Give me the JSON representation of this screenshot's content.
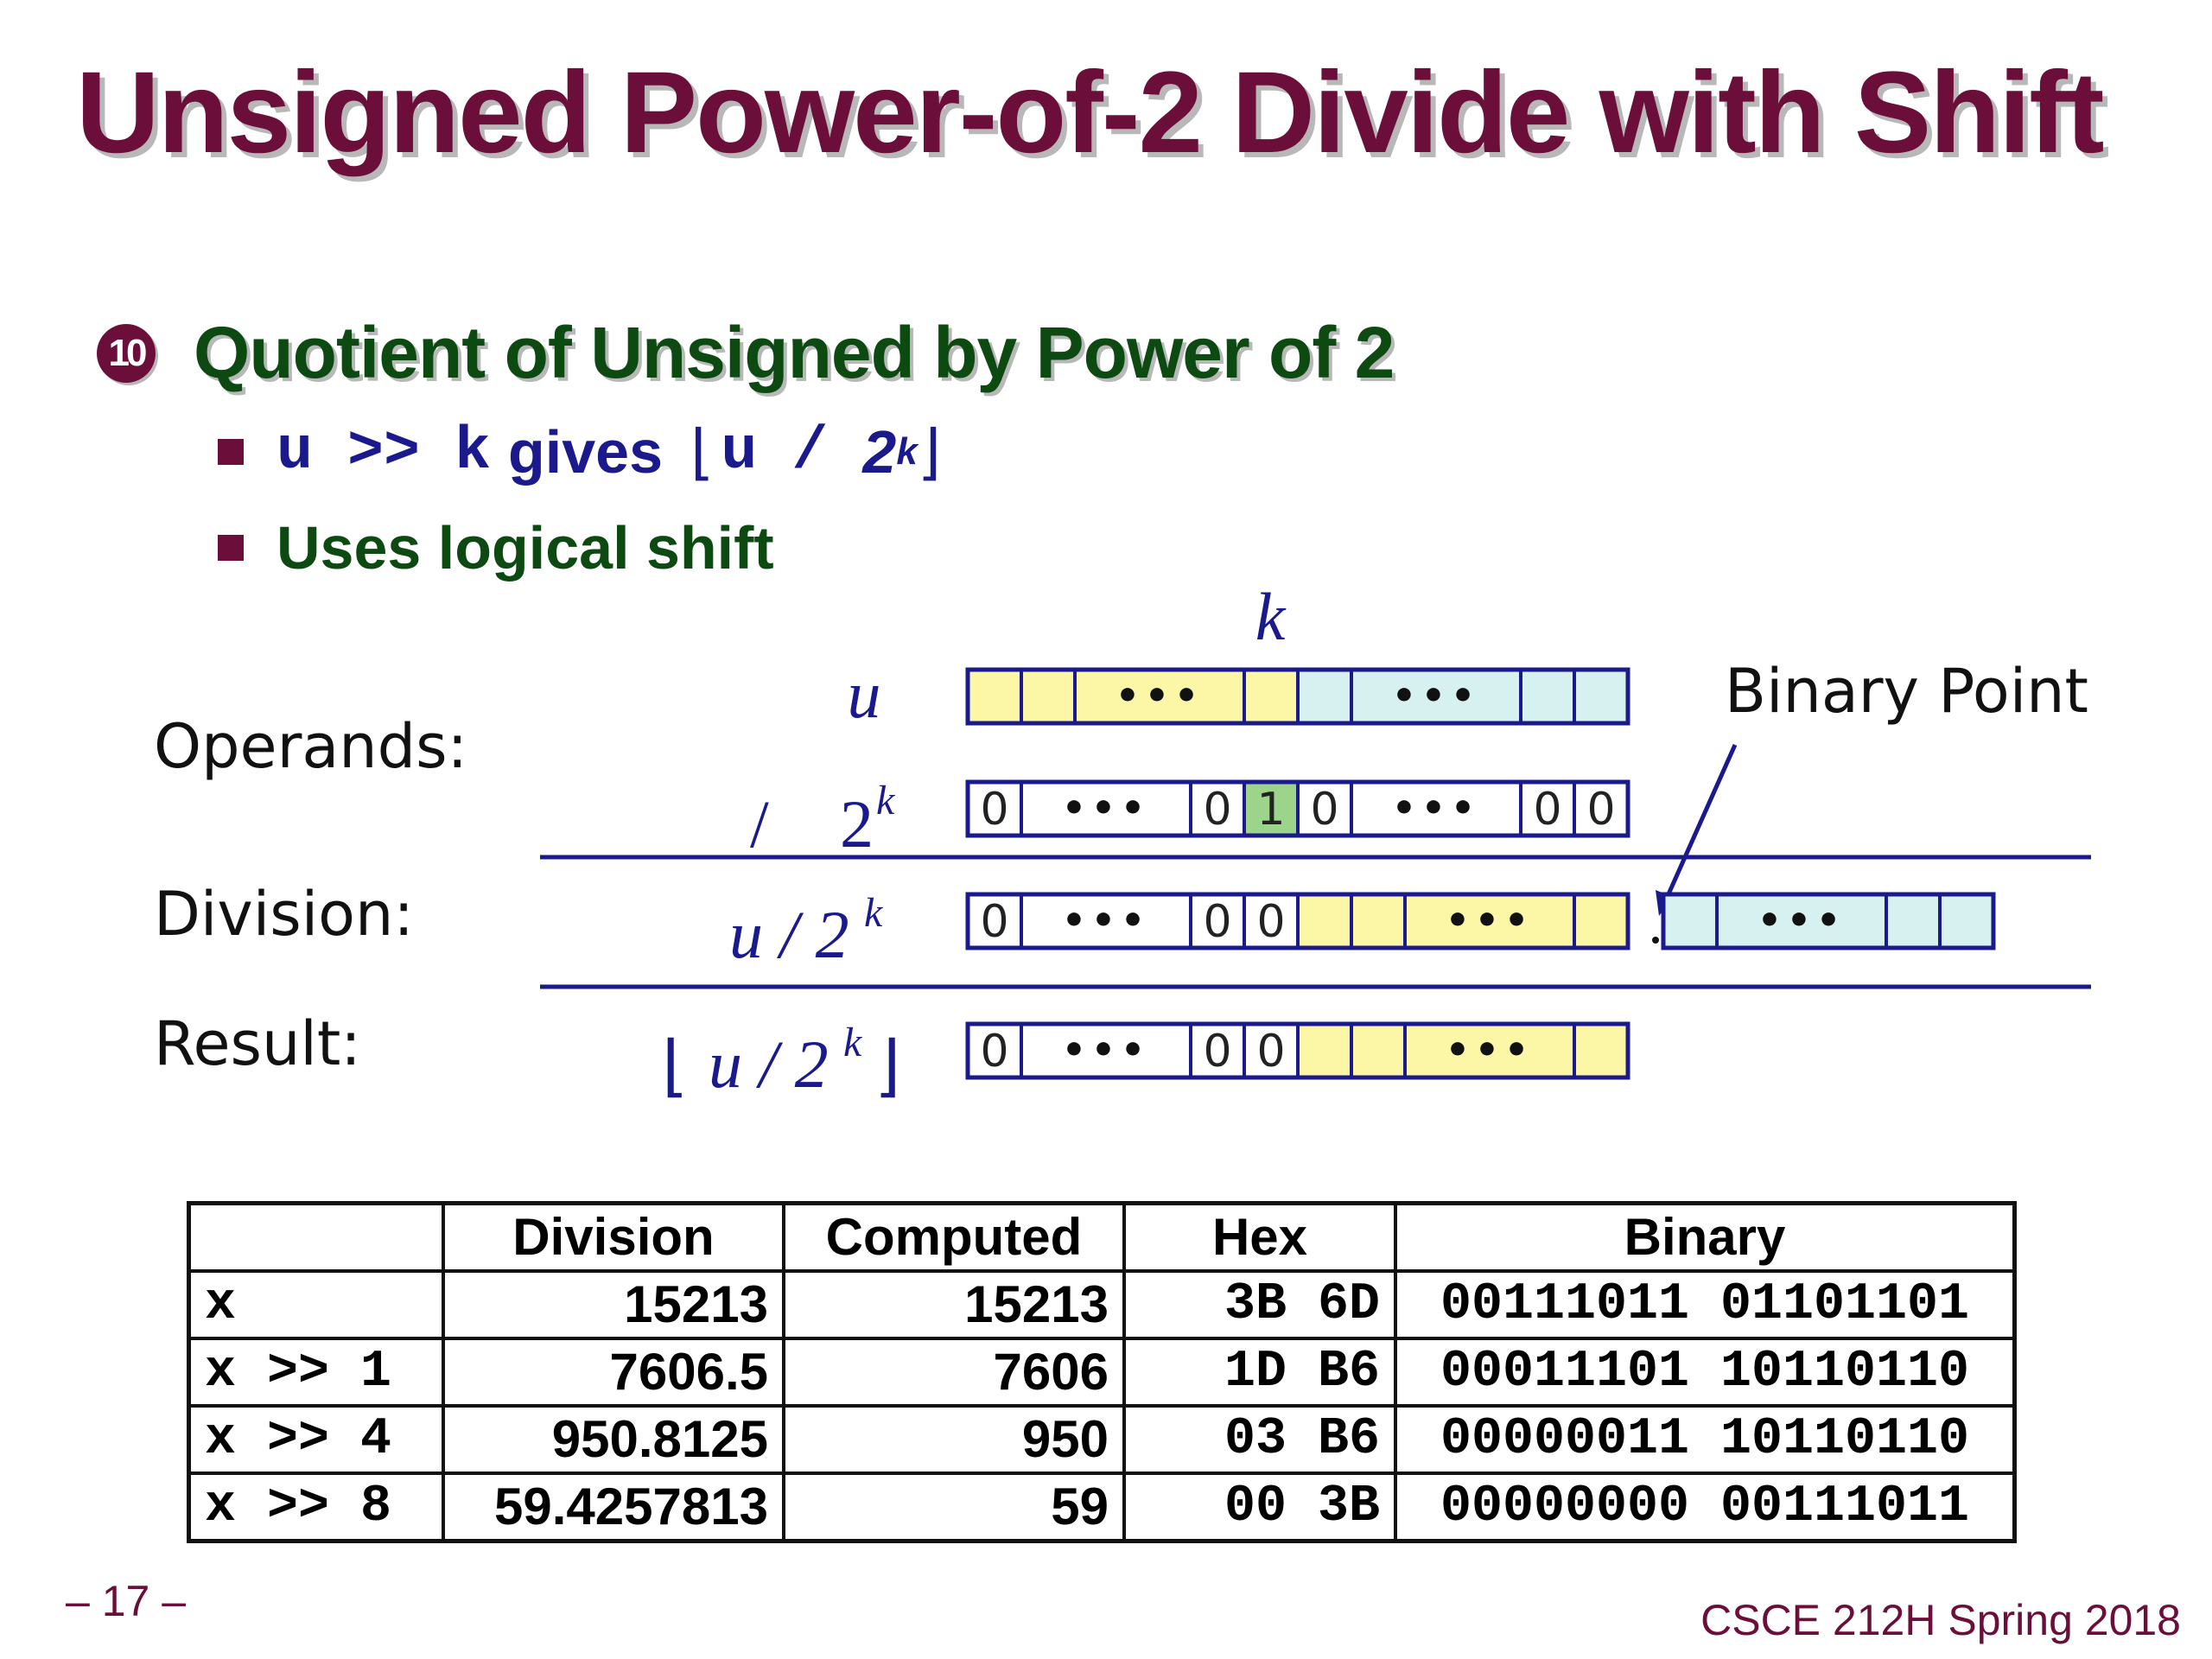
{
  "slide": {
    "title": "Unsigned Power-of-2 Divide with Shift",
    "bullet_icon": "10",
    "bullet": "Quotient of Unsigned by Power of 2",
    "sub1": {
      "code_u": "u",
      "op": ">>",
      "code_k": "k",
      "gives": "gives",
      "floor_open": "⌊",
      "code_u2": "u",
      "slash": "/",
      "two": "2",
      "k": "k",
      "floor_close": "⌋"
    },
    "sub2": "Uses logical shift"
  },
  "diagram": {
    "k_label": "k",
    "u_label": "u",
    "operands_label": "Operands:",
    "slash": "/",
    "two": "2",
    "sup_k": "k",
    "division_label": "Division:",
    "u_div": "u / 2",
    "result_label": "Result:",
    "floor_open": "⌊",
    "floor_close": "⌋",
    "binary_point_label": "Binary Point",
    "zero": "0",
    "one": "1",
    "dots": "•••",
    "colors": {
      "yellow": "#fbf7a6",
      "cyan": "#d7f1f0",
      "green": "#9dd48c",
      "outline": "#1a1a8c"
    }
  },
  "table": {
    "headers": [
      "",
      "Division",
      "Computed",
      "Hex",
      "Binary"
    ],
    "rows": [
      [
        "x",
        "15213",
        "15213",
        "3B 6D",
        "00111011 01101101"
      ],
      [
        "x >> 1",
        "7606.5",
        "7606",
        "1D B6",
        "00011101 10110110"
      ],
      [
        "x >> 4",
        "950.8125",
        "950",
        "03 B6",
        "00000011 10110110"
      ],
      [
        "x >> 8",
        "59.4257813",
        "59",
        "00 3B",
        "00000000 00111011"
      ]
    ]
  },
  "footer": {
    "page": "– 17 –",
    "course": "CSCE 212H Spring 2018"
  }
}
